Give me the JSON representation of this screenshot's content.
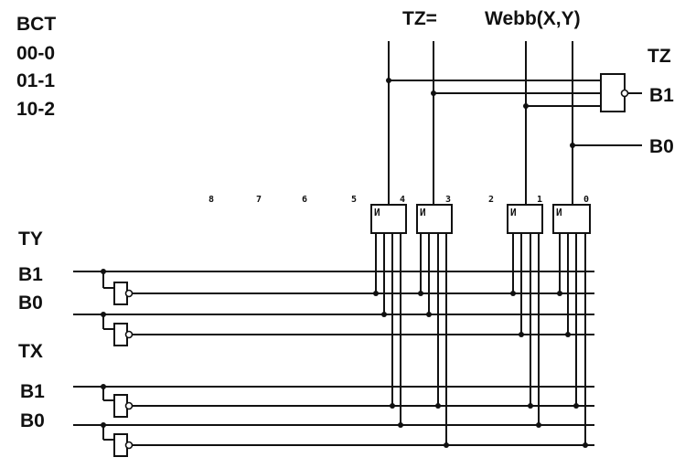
{
  "legend": {
    "title": "BCT",
    "rows": [
      "00-0",
      "01-1",
      "10-2"
    ]
  },
  "header": {
    "tz_eq": "TZ=",
    "func": "Webb(X,Y)"
  },
  "output": {
    "title": "TZ",
    "b1": "B1",
    "b0": "B0"
  },
  "inputs": {
    "ty": "TY",
    "ty_b1": "B1",
    "ty_b0": "B0",
    "tx": "TX",
    "tx_b1": "B1",
    "tx_b0": "B0"
  },
  "columns": [
    "8",
    "7",
    "6",
    "5",
    "4",
    "3",
    "2",
    "1",
    "0"
  ],
  "gate_label": "И"
}
